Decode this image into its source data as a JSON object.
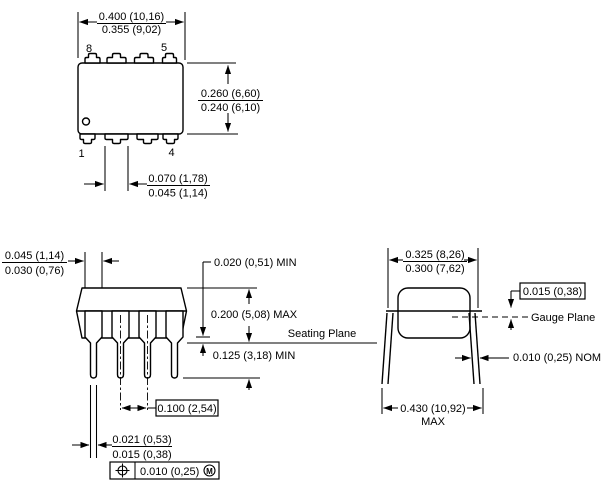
{
  "top_view": {
    "pins": {
      "p8": "8",
      "p5": "5",
      "p1": "1",
      "p4": "4"
    },
    "width_max": "0.400 (10,16)",
    "width_min": "0.355 (9,02)",
    "body_max": "0.260 (6,60)",
    "body_min": "0.240 (6,10)",
    "lead_width_max": "0.070 (1,78)",
    "lead_width_min": "0.045 (1,14)"
  },
  "side_view": {
    "shoulder_width_max": "0.045 (1,14)",
    "shoulder_width_min": "0.030 (0,76)",
    "shoulder_standoff": "0.020 (0,51) MIN",
    "body_height": "0.200 (5,08) MAX",
    "seating_plane": "Seating Plane",
    "lead_length": "0.125 (3,18) MIN",
    "pitch": "0.100 (2,54)",
    "lead_thickness_max": "0.021 (0,53)",
    "lead_thickness_min": "0.015 (0,38)",
    "true_position": {
      "tolerance": "0.010 (0,25)",
      "modifier": "M"
    }
  },
  "end_view": {
    "row_spacing_max": "0.325 (8,26)",
    "row_spacing_min": "0.300 (7,62)",
    "gauge_offset": "0.015 (0,38)",
    "gauge_plane": "Gauge Plane",
    "lead_thickness": "0.010 (0,25) NOM",
    "overall_span": "0.430 (10,92)",
    "overall_span_qualifier": "MAX"
  }
}
